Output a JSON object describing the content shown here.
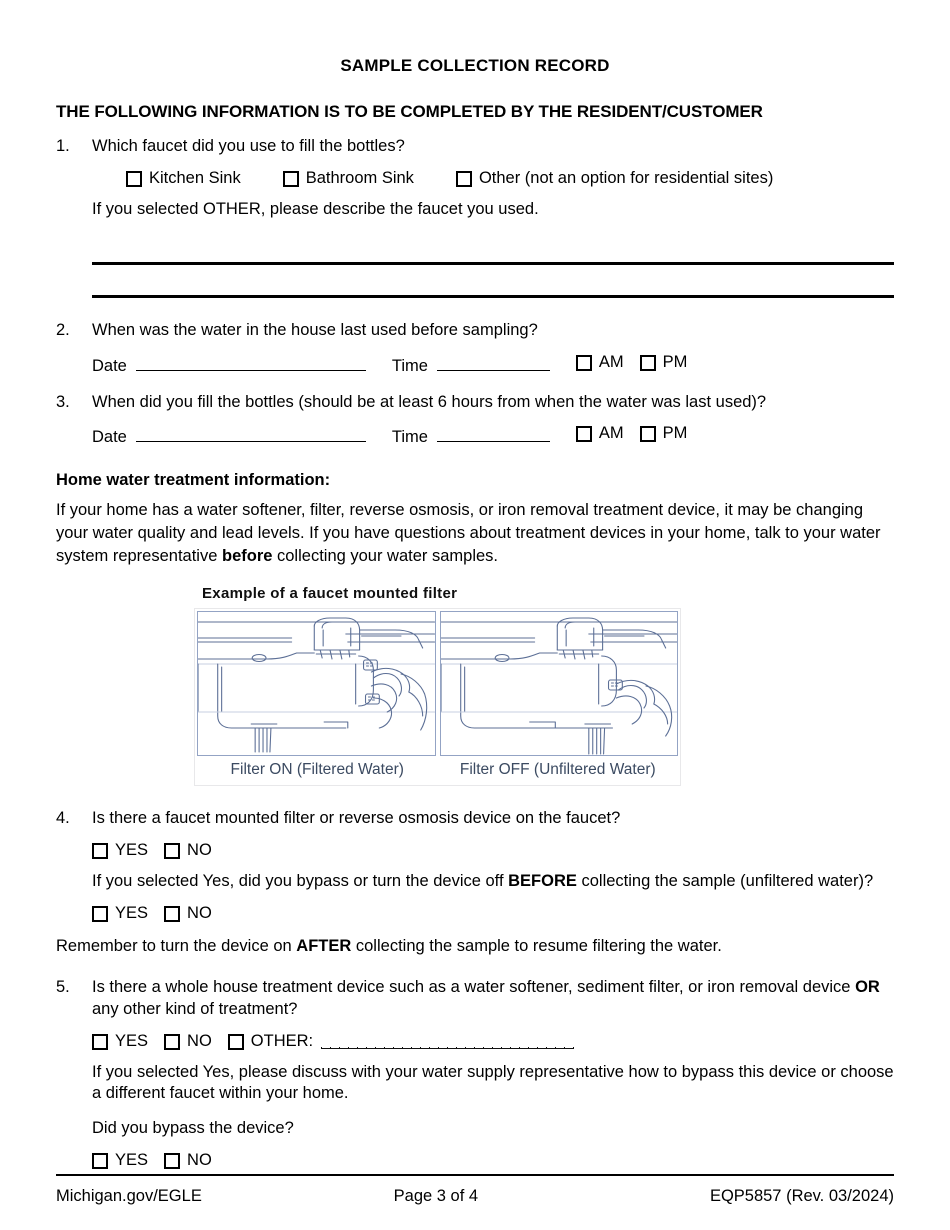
{
  "document": {
    "title": "SAMPLE COLLECTION RECORD",
    "section_heading": "THE FOLLOWING INFORMATION IS TO BE COMPLETED BY THE RESIDENT/CUSTOMER"
  },
  "q1": {
    "number": "1.",
    "text": "Which faucet did you use to fill the bottles?",
    "options": [
      {
        "label": "Kitchen Sink"
      },
      {
        "label": "Bathroom Sink"
      },
      {
        "label": "Other (not an option for residential sites)"
      }
    ],
    "followup": "If you selected OTHER, please describe the faucet you used."
  },
  "q2": {
    "number": "2.",
    "text": "When was the water in the house last used before sampling?",
    "date_label": "Date",
    "time_label": "Time",
    "am_label": "AM",
    "pm_label": "PM"
  },
  "q3": {
    "number": "3.",
    "text": "When did you fill the bottles (should be at least 6 hours from when the water was last used)?",
    "date_label": "Date",
    "time_label": "Time",
    "am_label": "AM",
    "pm_label": "PM"
  },
  "treatment": {
    "heading": "Home water treatment information:",
    "para_part1": "If your home has a water softener, filter, reverse osmosis, or iron removal treatment device, it may be changing your water quality and lead levels. If you have questions about treatment devices in your home, talk to your water system representative ",
    "para_bold": "before",
    "para_part2": " collecting your water samples."
  },
  "figure": {
    "title": "Example of a faucet mounted filter",
    "caption_left": "Filter ON (Filtered Water)",
    "caption_right": "Filter OFF (Unfiltered Water)",
    "line_color": "#5c6f96",
    "caption_color": "#3b4a61"
  },
  "q4": {
    "number": "4.",
    "text": "Is there a faucet mounted filter or reverse osmosis device on the faucet?",
    "yes_label": "YES",
    "no_label": "NO",
    "followup_part1": "If you selected Yes, did you bypass or turn the device off ",
    "followup_bold": "BEFORE",
    "followup_part2": " collecting the sample (unfiltered water)?",
    "yes_label2": "YES",
    "no_label2": "NO",
    "remember_part1": "Remember to turn the device on ",
    "remember_bold": "AFTER",
    "remember_part2": " collecting the sample to resume filtering the water."
  },
  "q5": {
    "number": "5.",
    "text_part1": "Is there a whole house treatment device such as a water softener, sediment filter, or iron removal device ",
    "text_bold": "OR",
    "text_part2": " any other kind of treatment?",
    "yes_label": "YES",
    "no_label": "NO",
    "other_label": "OTHER:",
    "followup": "If you selected Yes, please discuss with your water supply representative how to bypass this device or choose a different faucet within your home.",
    "bypass_question": "Did you bypass the device?",
    "yes_label2": "YES",
    "no_label2": "NO"
  },
  "footer": {
    "left": "Michigan.gov/EGLE",
    "center": "Page 3 of 4",
    "right": "EQP5857 (Rev. 03/2024)"
  }
}
